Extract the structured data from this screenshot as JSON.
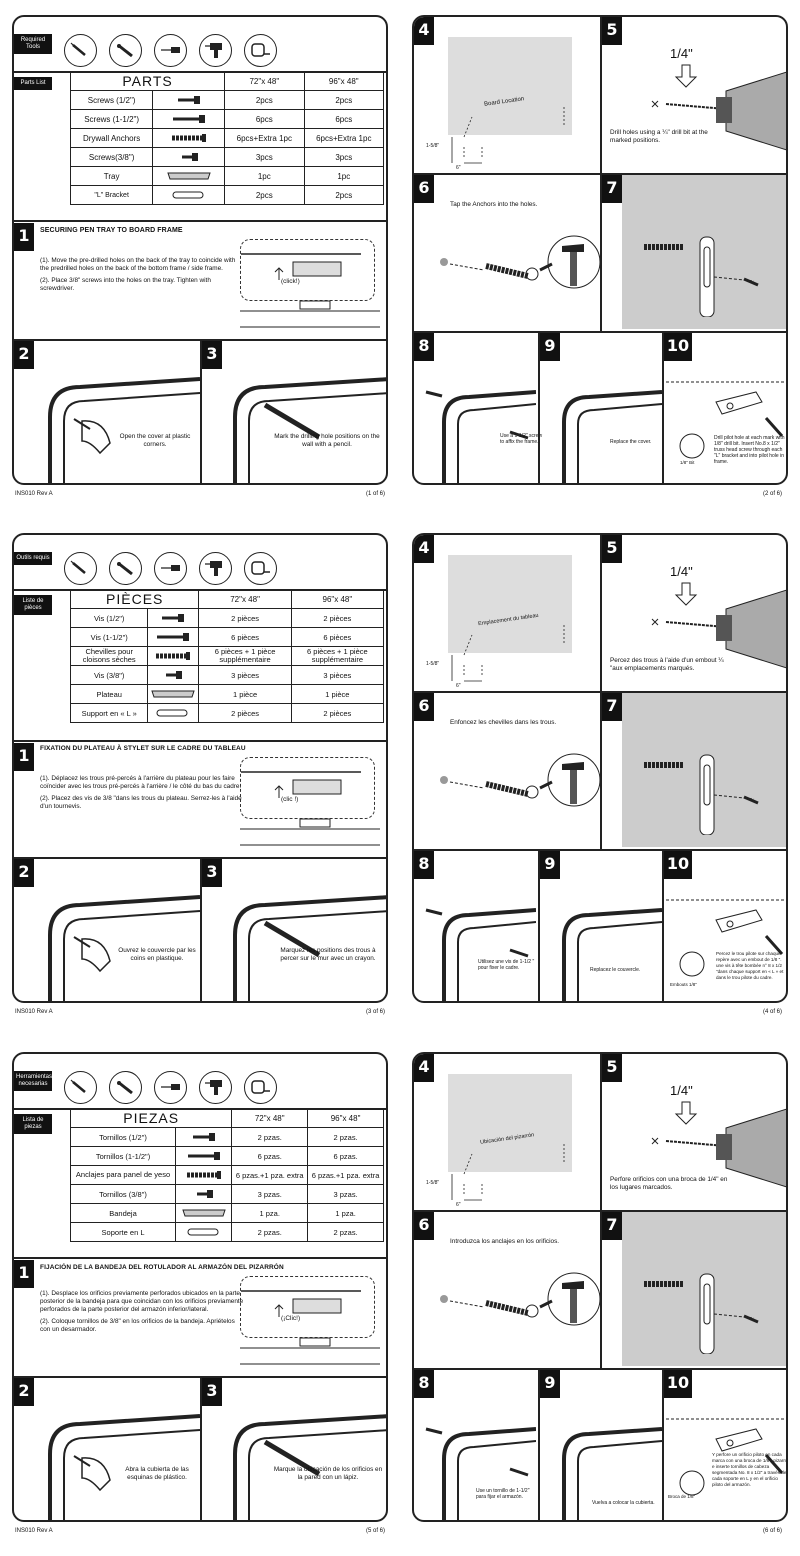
{
  "pages": {
    "en": {
      "tools_label": "Required Tools",
      "parts_label": "Parts List",
      "parts_title": "PARTS",
      "size1": "72\"x 48\"",
      "size2": "96\"x 48\"",
      "rows": [
        {
          "name": "Screws (1/2\")",
          "q1": "2pcs",
          "q2": "2pcs"
        },
        {
          "name": "Screws (1-1/2\")",
          "q1": "6pcs",
          "q2": "6pcs"
        },
        {
          "name": "Drywall Anchors",
          "q1": "6pcs+Extra 1pc",
          "q2": "6pcs+Extra 1pc"
        },
        {
          "name": "Screws(3/8\")",
          "q1": "3pcs",
          "q2": "3pcs"
        },
        {
          "name": "Tray",
          "q1": "1pc",
          "q2": "1pc"
        },
        {
          "name": "\"L\" Bracket",
          "q1": "2pcs",
          "q2": "2pcs"
        }
      ],
      "step1_title": "SECURING PEN TRAY TO BOARD FRAME",
      "step1_p1": "(1). Move the pre-drilled holes on the back of the tray to coincide with the predrilled holes on the back of the bottom frame / side frame.",
      "step1_p2": "(2). Place 3/8\" screws into the holes on the tray. Tighten with screwdriver.",
      "click": "(click!)",
      "step2": "Open the cover at plastic corners.",
      "step3": "Mark the drilling hole positions on the wall with a pencil.",
      "footer_left": "INS010 Rev A",
      "footer_right": "(1 of 6)",
      "board_location": "Board Location",
      "m158": "1-5/8\"",
      "m6": "6\"",
      "bit": "1/4\"",
      "step5": "Drill holes using a ¼\" drill bit at the marked positions.",
      "step6": "Tap the Anchors into the holes.",
      "step8": "Use a 1-1/2\" screw to affix the frame.",
      "step9": "Replace the cover.",
      "step10": "Drill pilot hole at each mark with 1/8\" drill bit. Insert No.8 x 1/2\" truss head screw through each \"L\" bracket and into pilot hole in frame.",
      "bitlabel": "1/8\" Bit",
      "footer_right2": "(2 of 6)"
    },
    "fr": {
      "tools_label": "Outils requis",
      "parts_label": "Liste de pièces",
      "parts_title": "PIÈCES",
      "size1": "72\"x 48\"",
      "size2": "96\"x 48\"",
      "rows": [
        {
          "name": "Vis (1/2\")",
          "q1": "2 pièces",
          "q2": "2 pièces"
        },
        {
          "name": "Vis (1-1/2\")",
          "q1": "6 pièces",
          "q2": "6 pièces"
        },
        {
          "name": "Chevilles pour cloisons sèches",
          "q1": "6 pièces + 1 pièce supplémentaire",
          "q2": "6 pièces + 1 pièce supplémentaire"
        },
        {
          "name": "Vis (3/8\")",
          "q1": "3 pièces",
          "q2": "3 pièces"
        },
        {
          "name": "Plateau",
          "q1": "1 pièce",
          "q2": "1 pièce"
        },
        {
          "name": "Support en « L »",
          "q1": "2 pièces",
          "q2": "2 pièces"
        }
      ],
      "step1_title": "FIXATION DU PLATEAU À STYLET SUR LE CADRE DU TABLEAU",
      "step1_p1": "(1). Déplacez les trous pré-percés à l'arrière du plateau pour les faire coïncider avec les trous pré-percés à l'arrière / le côté du bas du cadre.",
      "step1_p2": "(2). Placez des vis de 3/8 \"dans les trous du plateau. Serrez-les à l'aide d'un tournevis.",
      "click": "(clic !)",
      "step2": "Ouvrez le couvercle par les coins en plastique.",
      "step3": "Marquez les positions des trous à percer sur le mur avec un crayon.",
      "footer_left": "INS010 Rev A",
      "footer_right": "(3 of 6)",
      "board_location": "Emplacement du tableau",
      "m158": "1-5/8\"",
      "m6": "6\"",
      "bit": "1/4\"",
      "step5": "Percez des trous à l'aide d'un embout ¼ \"aux emplacements marqués.",
      "step6": "Enfoncez les chevilles dans les trous.",
      "step8": "Utilisez une vis de 1-1/2 \" pour fixer le cadre.",
      "step9": "Replacez le couvercle.",
      "step10": "Percez le trou pilote sur chaque repère avec un embout de 1/8 \". une vis à tête bombée n° 8 x 1/2 \"dans chaque support en « L » et dans le trou pilote du cadre.",
      "bitlabel": "Embouts 1/8\"",
      "footer_right2": "(4 of 6)"
    },
    "es": {
      "tools_label": "Herramientas necesarias",
      "parts_label": "Lista de piezas",
      "parts_title": "PIEZAS",
      "size1": "72\"x 48\"",
      "size2": "96\"x 48\"",
      "rows": [
        {
          "name": "Tornillos (1/2\")",
          "q1": "2 pzas.",
          "q2": "2 pzas."
        },
        {
          "name": "Tornillos (1-1/2\")",
          "q1": "6 pzas.",
          "q2": "6 pzas."
        },
        {
          "name": "Anclajes para panel de yeso",
          "q1": "6 pzas.+1 pza. extra",
          "q2": "6 pzas.+1 pza. extra"
        },
        {
          "name": "Tornillos (3/8\")",
          "q1": "3 pzas.",
          "q2": "3 pzas."
        },
        {
          "name": "Bandeja",
          "q1": "1 pza.",
          "q2": "1 pza."
        },
        {
          "name": "Soporte en L",
          "q1": "2 pzas.",
          "q2": "2 pzas."
        }
      ],
      "step1_title": "FIJACIÓN DE LA BANDEJA DEL ROTULADOR AL ARMAZÓN DEL PIZARRÓN",
      "step1_p1": "(1). Desplace los orificios previamente perforados ubicados en la parte posterior de la bandeja para que coincidan con los orificios previamente perforados de la parte posterior del armazón inferior/lateral.",
      "step1_p2": "(2). Coloque tornillos de 3/8\" en los orificios de la bandeja. Apriételos con un desarmador.",
      "click": "(¡Clic!)",
      "step2": "Abra la cubierta de las esquinas de plástico.",
      "step3": "Marque la ubicación de los orificios en la pared con un lápiz.",
      "footer_left": "INS010 Rev A",
      "footer_right": "(5 of 6)",
      "board_location": "Ubicación del pizarrón",
      "m158": "1-5/8\"",
      "m6": "6\"",
      "bit": "1/4\"",
      "step5": "Perfore orificios con una broca de 1/4\" en los lugares marcados.",
      "step6": "Introduzca los anclajes en los orificios.",
      "step8": "Use un tornillo de 1-1/2\" para fijar el armazón.",
      "step9": "Vuelva a colocar la cubierta.",
      "step10": "Y perfore un orificio piloto en cada marca con una broca de 1/8\". pizarrón e inserte tornillos de cabeza segmentada No. 8 x 1/2\" a través de cada soporte en L y en el orificio piloto del armazón.",
      "bitlabel": "Broca de 1/8\"",
      "footer_right2": "(6 of 6)"
    }
  },
  "step_numbers": [
    "1",
    "2",
    "3",
    "4",
    "5",
    "6",
    "7",
    "8",
    "9",
    "10"
  ]
}
